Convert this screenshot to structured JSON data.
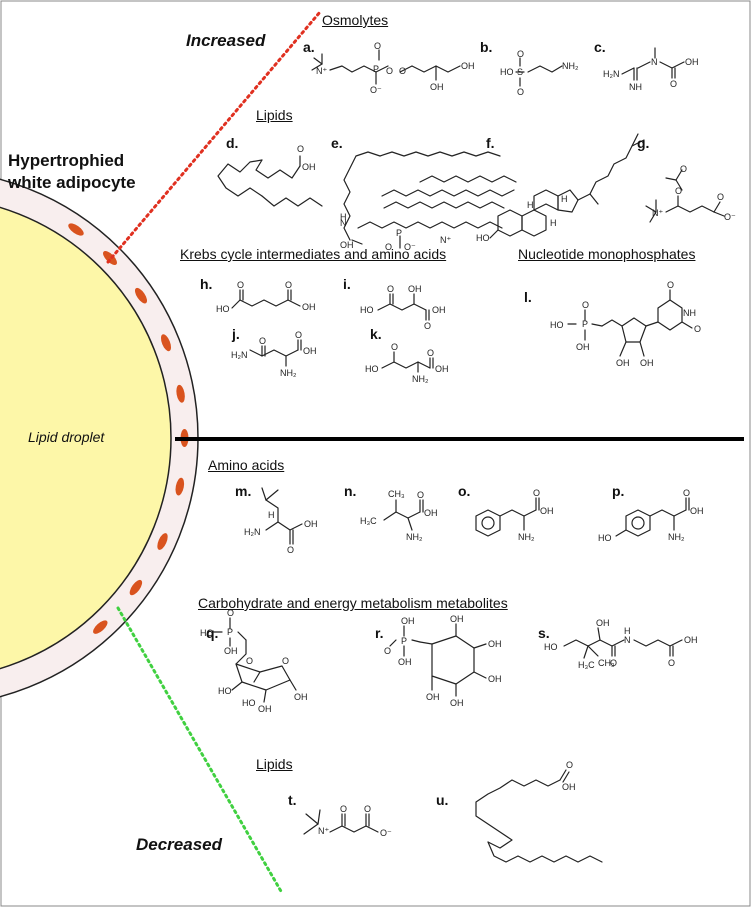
{
  "cell_title": [
    "Hypertrophied",
    "white adipocyte"
  ],
  "droplet_label": "Lipid droplet",
  "increased_label": "Increased",
  "decreased_label": "Decreased",
  "sections": {
    "osmolytes": "Osmolytes",
    "lipids_top": "Lipids",
    "krebs": "Krebs cycle intermediates and amino acids",
    "nucleotides": "Nucleotide monophosphates",
    "amino_acids": "Amino acids",
    "carbohydrate": "Carbohydrate and energy metabolism metabolites",
    "lipids_bottom": "Lipids"
  },
  "panels": {
    "a": "a.",
    "b": "b.",
    "c": "c.",
    "d": "d.",
    "e": "e.",
    "f": "f.",
    "g": "g.",
    "h": "h.",
    "i": "i.",
    "j": "j.",
    "k": "k.",
    "l": "l.",
    "m": "m.",
    "n": "n.",
    "o": "o.",
    "p": "p.",
    "q": "q.",
    "r": "r.",
    "s": "s.",
    "t": "t.",
    "u": "u."
  },
  "colors": {
    "droplet_fill": "#fdf7a8",
    "membrane_fill": "#f8eeee",
    "organelle": "#d9531e",
    "increased_line": "#e03020",
    "decreased_line": "#40d040",
    "divider": "#000000"
  },
  "atoms": {
    "OH": "OH",
    "HO": "HO",
    "O": "O",
    "O_minus": "O⁻",
    "N": "N",
    "N_plus": "N⁺",
    "NH": "NH",
    "NH2": "NH₂",
    "H2N": "H₂N",
    "H": "H",
    "P": "P",
    "S": "S",
    "CH3": "CH₃",
    "H3C": "H₃C"
  }
}
